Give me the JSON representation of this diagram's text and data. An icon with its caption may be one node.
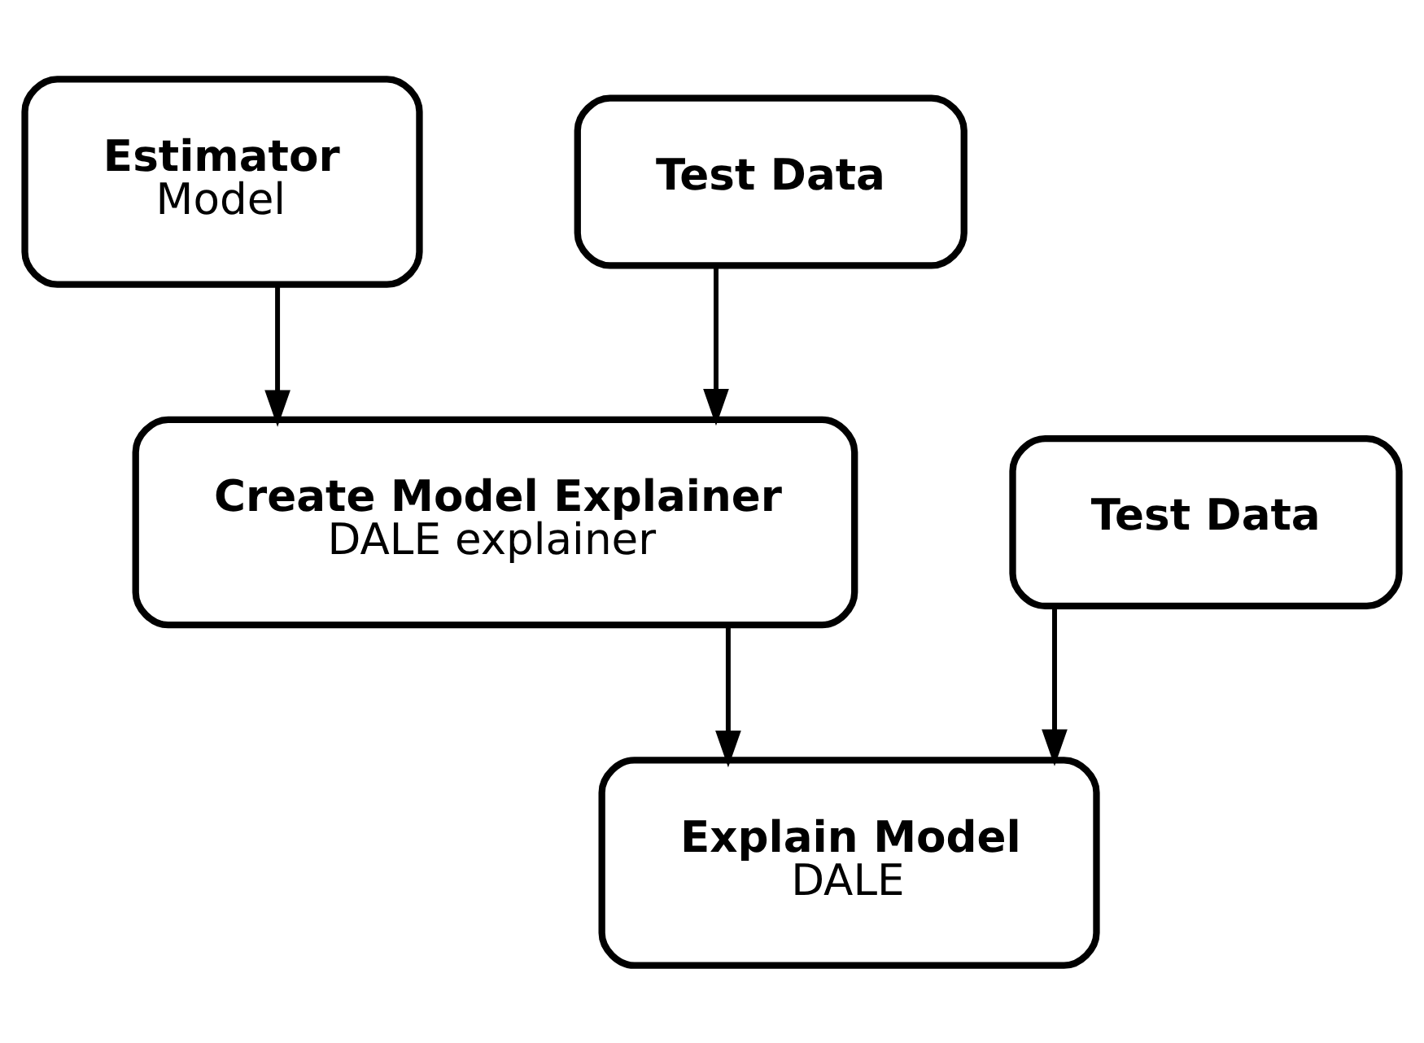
{
  "diagram": {
    "nodes": [
      {
        "text": [
          "Estimator",
          "Model"
        ]
      },
      {
        "text": [
          "Test Data"
        ]
      },
      {
        "text": [
          "Create Model Explainer",
          "DALE explainer"
        ]
      },
      {
        "text": [
          "Test Data"
        ]
      },
      {
        "text": [
          "Explain Model",
          "DALE"
        ]
      }
    ],
    "edges": [
      {
        "from": 0,
        "to": 2,
        "arrow": "to"
      },
      {
        "from": 1,
        "to": 2,
        "arrow": "to"
      },
      {
        "from": 2,
        "to": 4,
        "arrow": "to"
      },
      {
        "from": 3,
        "to": 4,
        "arrow": "to"
      }
    ]
  }
}
